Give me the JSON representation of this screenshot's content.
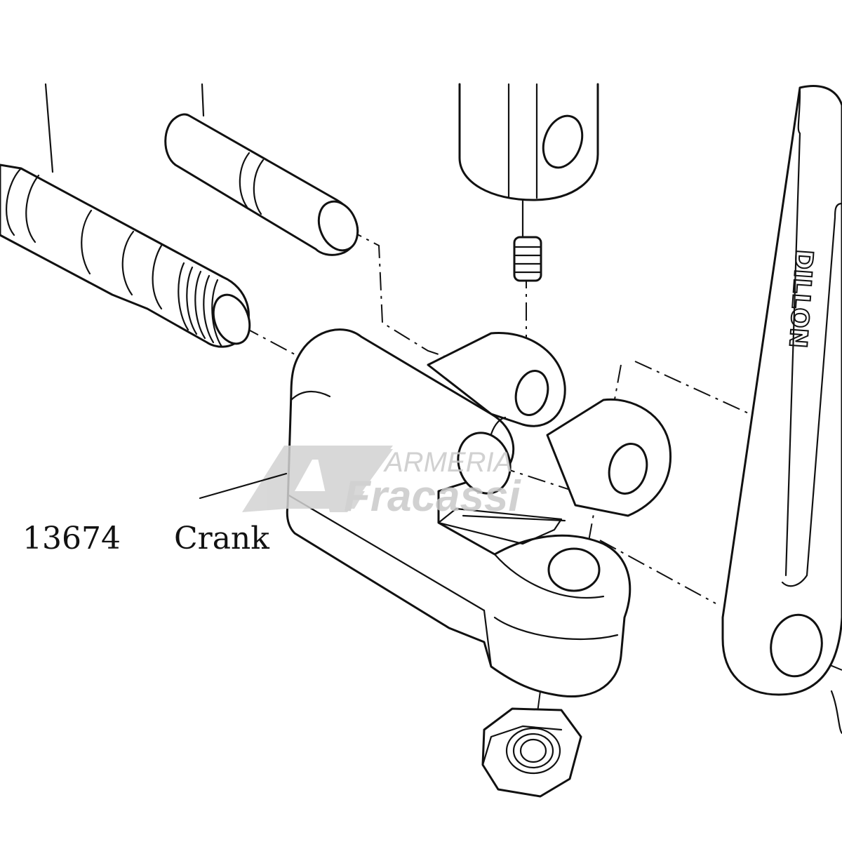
{
  "diagram": {
    "part_number": "13674",
    "part_name": "Crank",
    "link_brand": "DILLON",
    "watermark": {
      "line1": "ARMERIA",
      "line2": "Fracassi"
    }
  },
  "colors": {
    "ink": "#111111",
    "paper": "#ffffff",
    "watermark": "#c9c9c9"
  }
}
